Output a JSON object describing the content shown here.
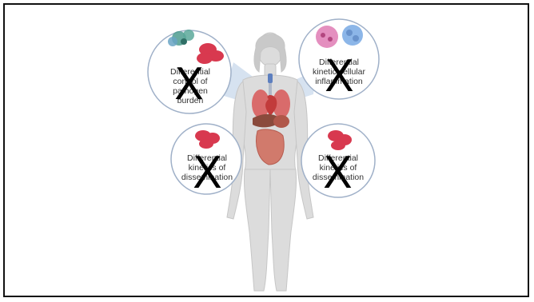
{
  "bubbles": [
    {
      "id": "pathogen-burden",
      "label": "Differential\ncontrol of\npathogen\nburden",
      "mark": "X"
    },
    {
      "id": "cellular-inflammation",
      "label": "Differential\nkinetic cellular\ninflammation",
      "mark": "X"
    },
    {
      "id": "dissemination-left",
      "label": "Differential\nkinetics of\ndissemination",
      "mark": "X"
    },
    {
      "id": "dissemination-right",
      "label": "Differential\nkinetics of\ndissemination",
      "mark": "X"
    }
  ],
  "colors": {
    "body": "#dcdcdc",
    "bubble_border": "#9fb0c8",
    "beam": "#c9d9ec",
    "cells_red": "#d8394f",
    "pathogen_green": "#4e9c8f",
    "immune_pink": "#e48fbf",
    "immune_blue": "#8cb6e8"
  }
}
